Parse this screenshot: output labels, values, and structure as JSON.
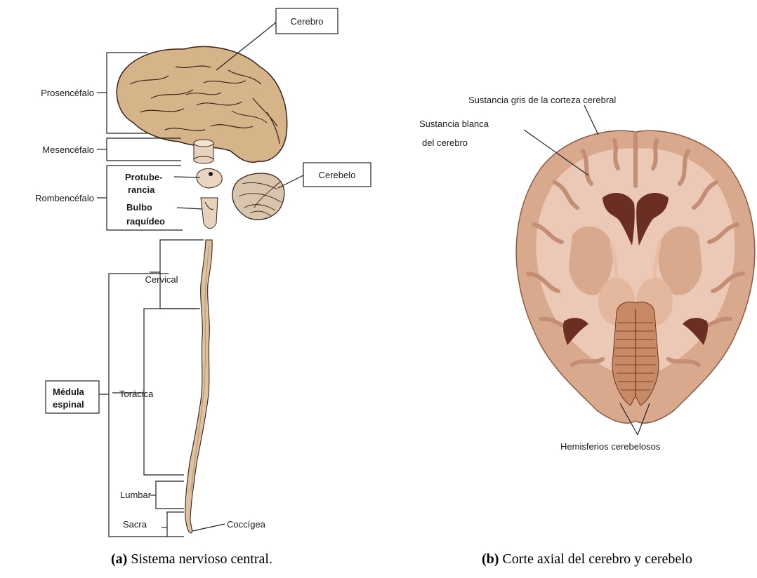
{
  "panel_a": {
    "labels": {
      "cerebro": "Cerebro",
      "prosencefalo": "Prosencéfalo",
      "mesencefalo": "Mesencéfalo",
      "rombencefalo": "Rombencéfalo",
      "protuberancia_1": "Protube-",
      "protuberancia_2": "rancia",
      "bulbo_1": "Bulbo",
      "bulbo_2": "raquídeo",
      "cerebelo": "Cerebelo",
      "cervical": "Cervical",
      "toracica": "Torácica",
      "medula_1": "Médula",
      "medula_2": "espinal",
      "lumbar": "Lumbar",
      "sacra": "Sacra",
      "coccigea": "Coccígea"
    },
    "caption": {
      "tag": "(a)",
      "text": " Sistema nervioso central."
    }
  },
  "panel_b": {
    "labels": {
      "sustancia_gris": "Sustancia gris de la corteza cerebral",
      "sustancia_blanca_1": "Sustancia blanca",
      "sustancia_blanca_2": "del cerebro",
      "hemisferios": "Hemisferios cerebelosos"
    },
    "caption": {
      "tag": "(b)",
      "text": " Corte axial del cerebro y cerebelo"
    }
  },
  "colors": {
    "tissue": "#d9a98e",
    "tissue_light": "#ecc9b6",
    "tissue_dark": "#b9836a",
    "ventricle": "#6a2e22",
    "outline": "#3a2218"
  }
}
